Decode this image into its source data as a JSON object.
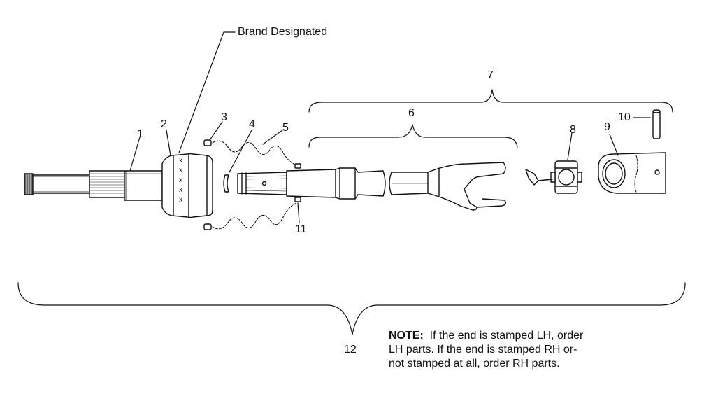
{
  "labels": {
    "brand": "Brand Designated",
    "c1": "1",
    "c2": "2",
    "c3": "3",
    "c4": "4",
    "c5": "5",
    "c6": "6",
    "c7": "7",
    "c8": "8",
    "c9": "9",
    "c10": "10",
    "c11": "11",
    "c12": "12"
  },
  "stamp_marks": [
    "x",
    "x",
    "x",
    "x",
    "x"
  ],
  "note": {
    "prefix": "NOTE:",
    "line1": "If the end is stamped LH, order",
    "line2": "LH parts.  If the end is stamped RH or-",
    "line3": "not stamped at all, order RH parts."
  }
}
